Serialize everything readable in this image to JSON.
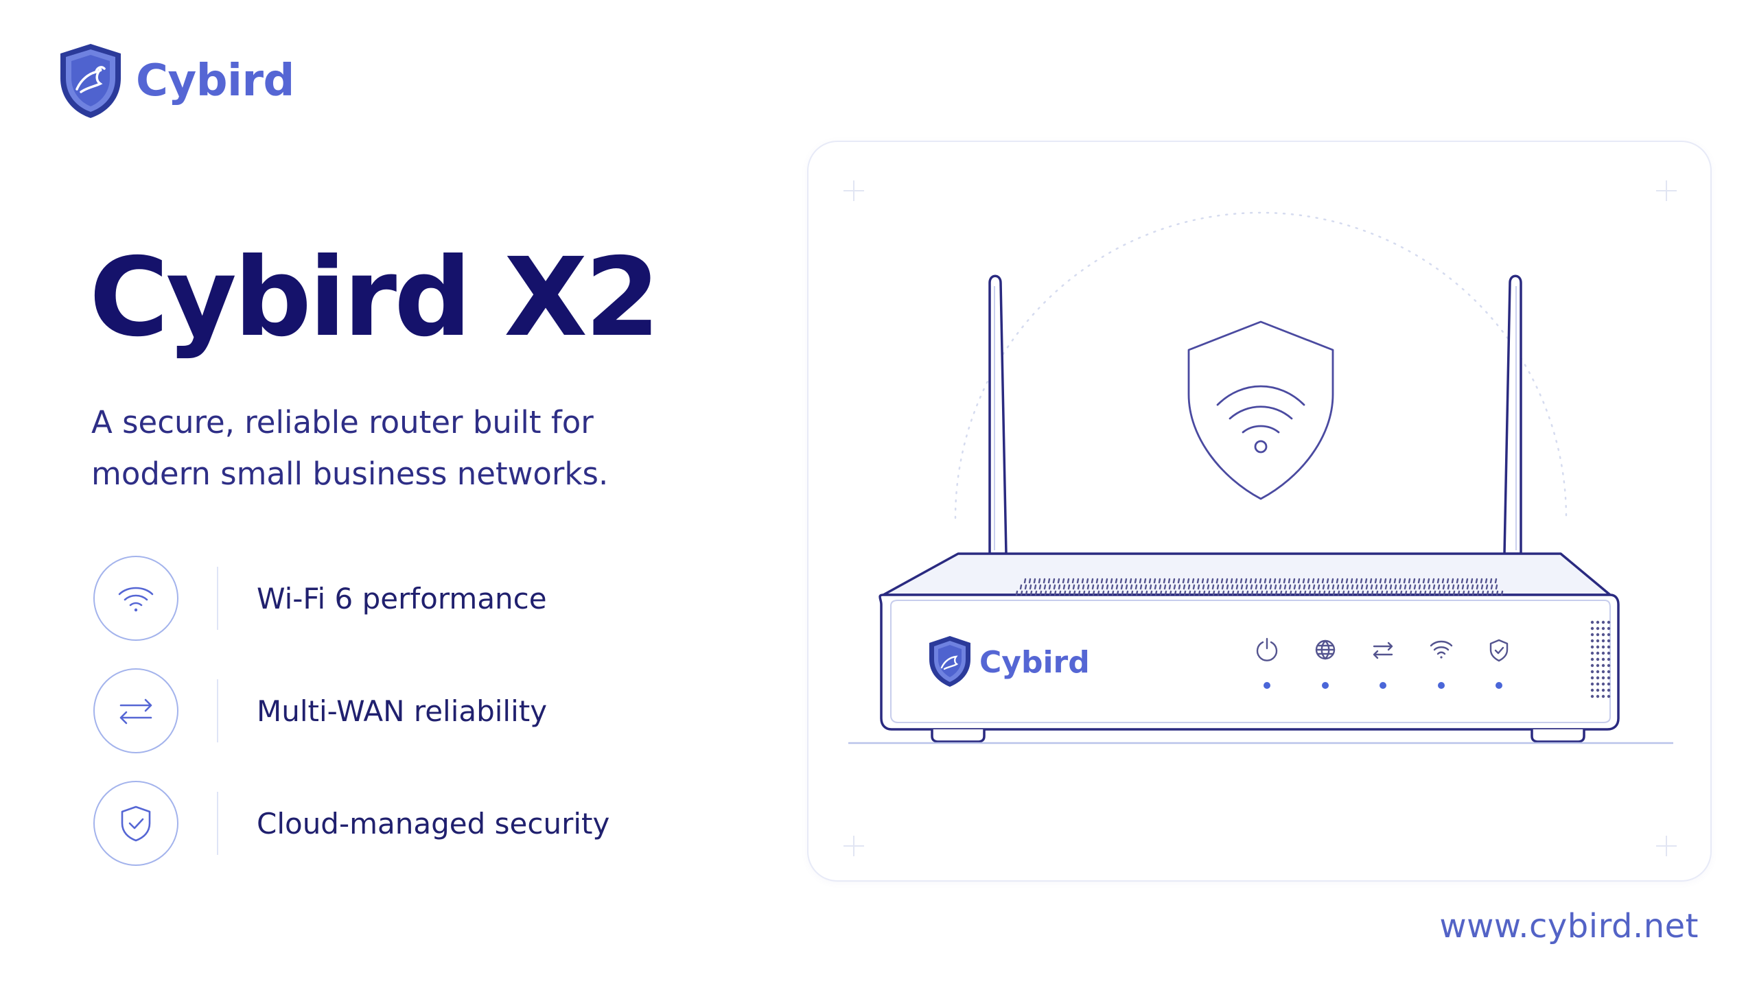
{
  "brand": {
    "name": "Cybird",
    "logo_icon": "shield-bird-icon",
    "accent_color": "#5566d4"
  },
  "hero": {
    "title": "Cybird X2",
    "subtitle": "A secure, reliable router built for modern small business networks.",
    "title_color": "#15126b"
  },
  "features": [
    {
      "icon": "wifi-icon",
      "label": "Wi-Fi 6 performance"
    },
    {
      "icon": "swap-arrows-icon",
      "label": "Multi-WAN reliability"
    },
    {
      "icon": "shield-check-icon",
      "label": "Cloud-managed security"
    }
  ],
  "device": {
    "brand_label": "Cybird",
    "status_icons": [
      "power-icon",
      "globe-icon",
      "swap-arrows-icon",
      "wifi-icon",
      "shield-check-icon"
    ],
    "badge_icon": "shield-wifi-icon",
    "line_color": "#2a2a80",
    "led_color": "#4a66d8"
  },
  "footer": {
    "url": "www.cybird.net"
  }
}
